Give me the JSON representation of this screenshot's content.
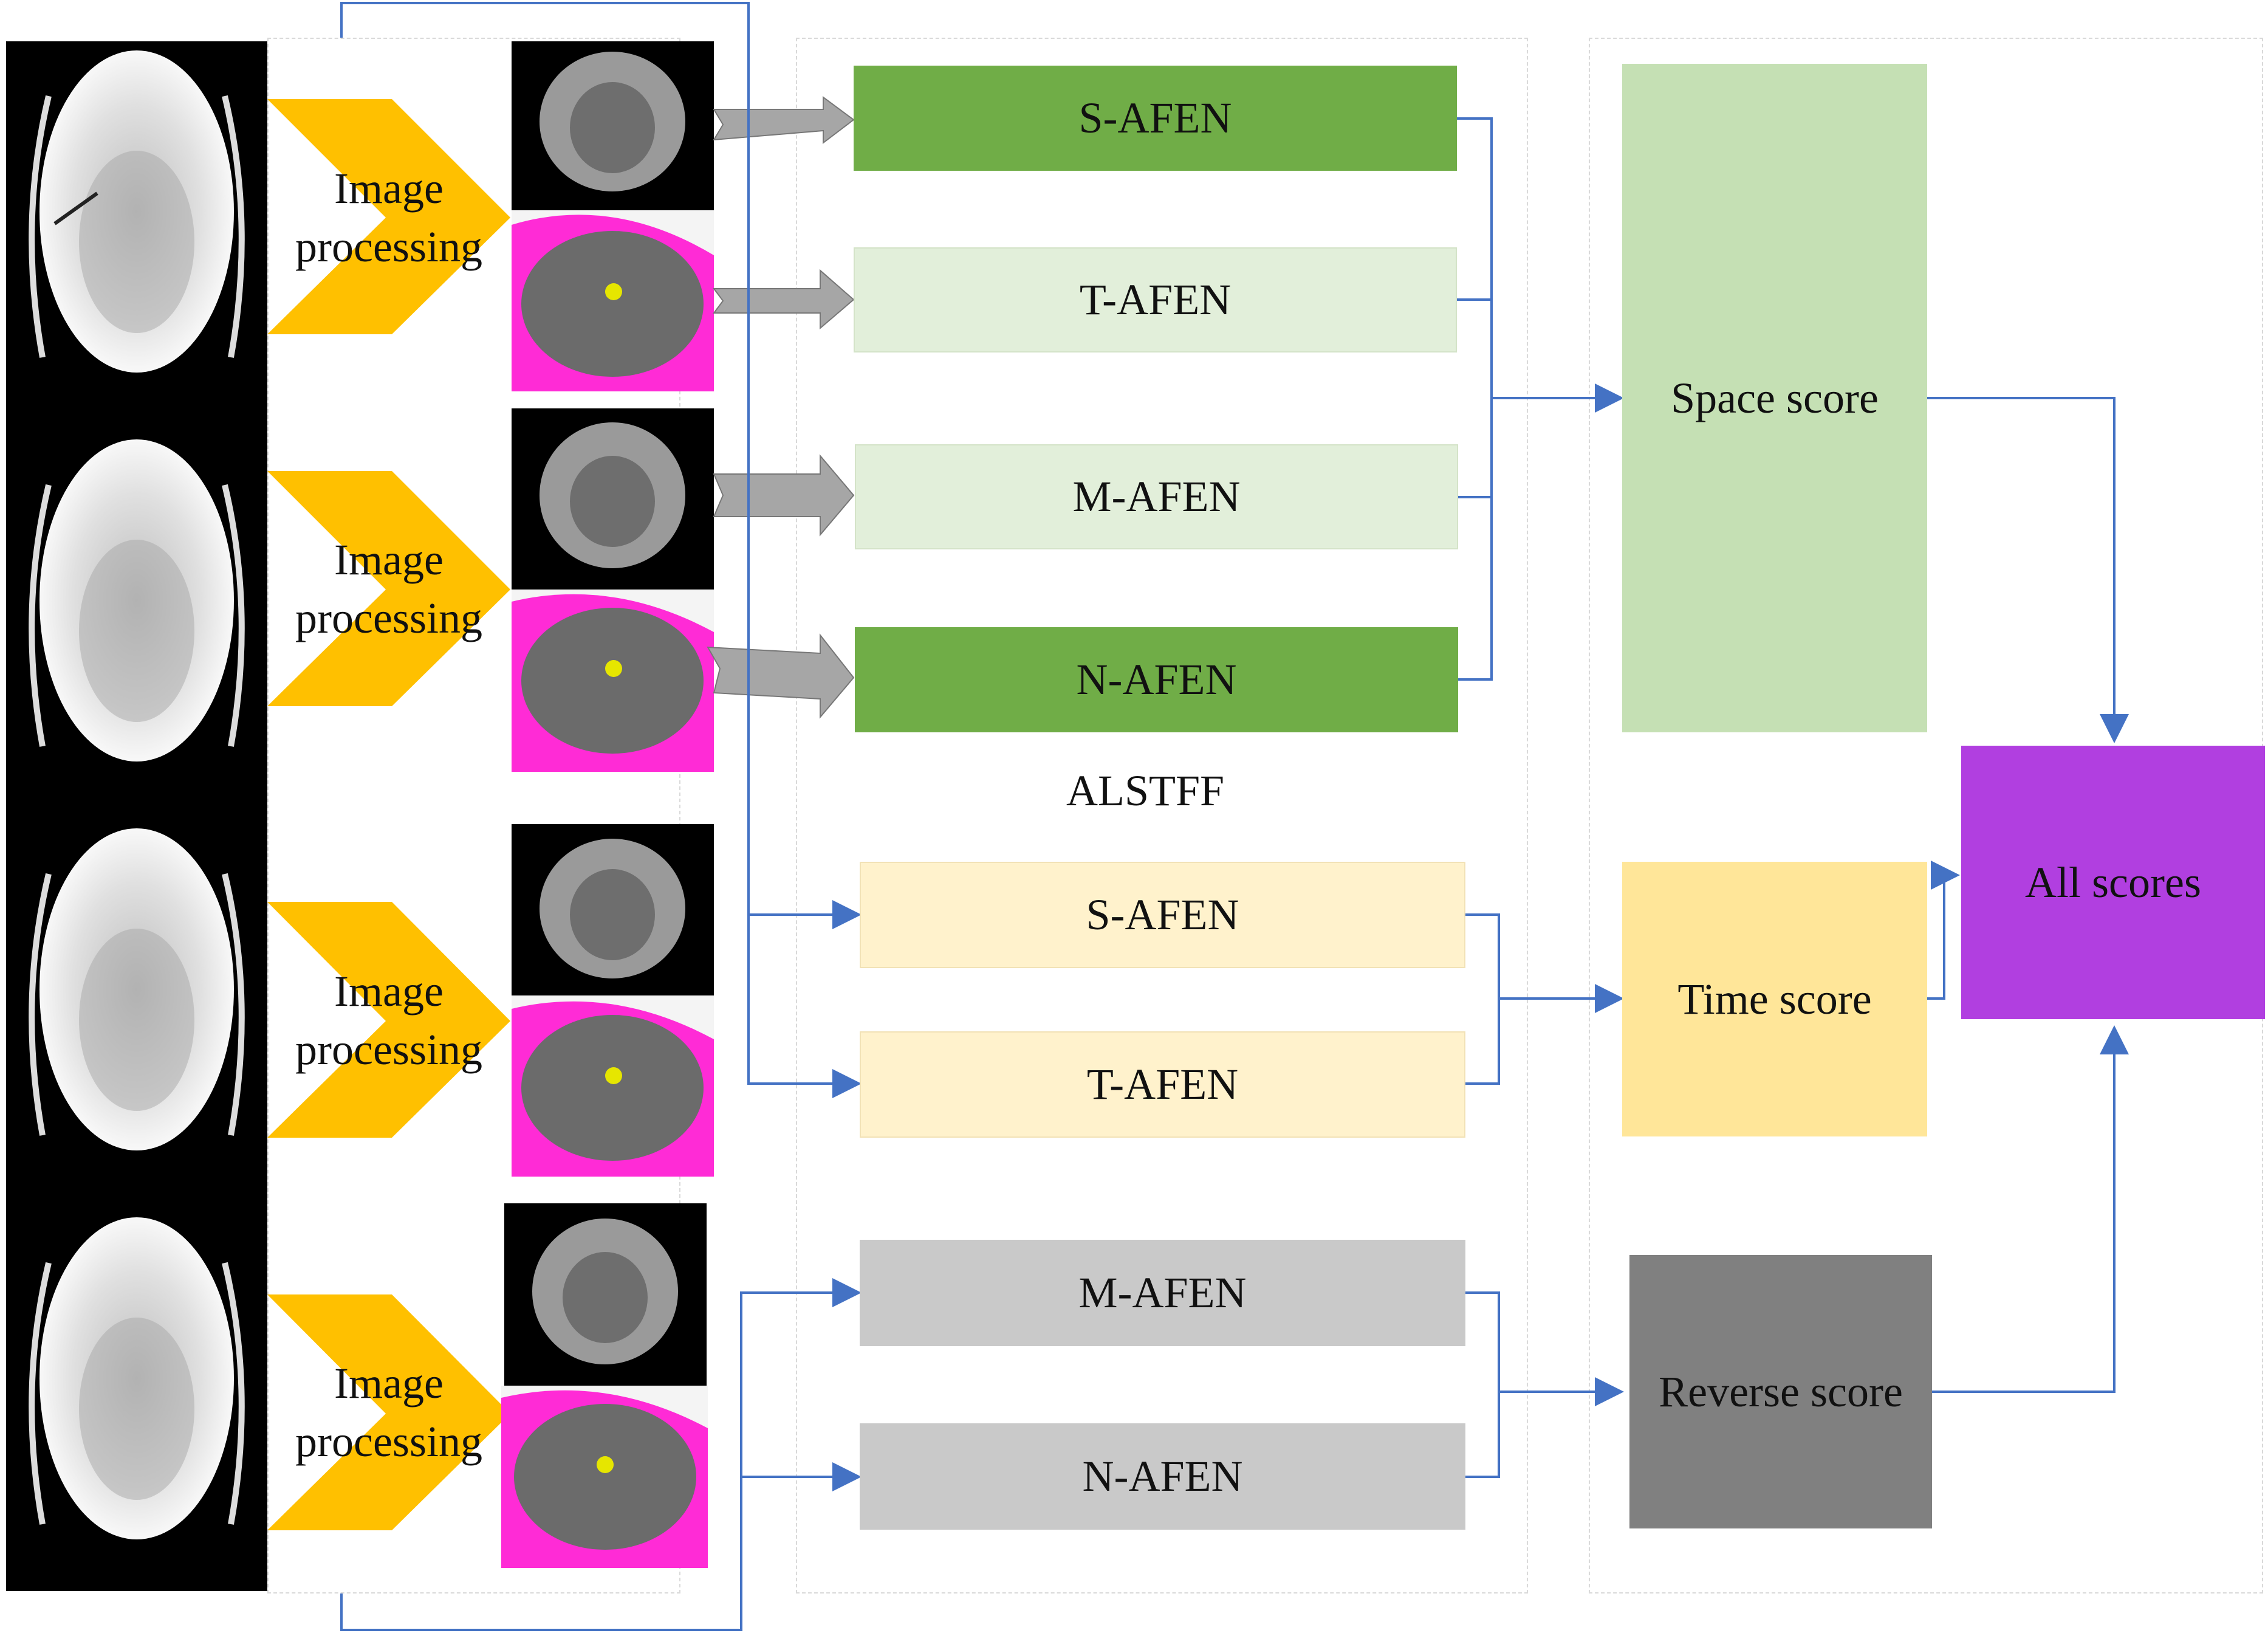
{
  "colors": {
    "chevron": "#FFC000",
    "blue_line": "#4472C4",
    "afen_dark_green": "#70AD47",
    "afen_light_green": "#E2EFDA",
    "afen_light_yellow": "#FFF2CC",
    "afen_gray": "#C9C9C9",
    "space_score": "#C5E0B4",
    "time_score": "#FFE699",
    "reverse_score": "#808080",
    "all_scores": "#B13FE0",
    "arrow_gray": "#A6A6A6"
  },
  "inputs": {
    "chevrons": [
      {
        "label": "Image\nprocessing"
      },
      {
        "label": "Image\nprocessing"
      },
      {
        "label": "Image\nprocessing"
      },
      {
        "label": "Image\nprocessing"
      }
    ]
  },
  "space_group": {
    "s_afen": "S-AFEN",
    "t_afen": "T-AFEN",
    "m_afen": "M-AFEN",
    "n_afen": "N-AFEN"
  },
  "middle_caption": "ALSTFF",
  "time_group": {
    "s_afen": "S-AFEN",
    "t_afen": "T-AFEN"
  },
  "reverse_group": {
    "m_afen": "M-AFEN",
    "n_afen": "N-AFEN"
  },
  "scores": {
    "space": "Space score",
    "time": "Time score",
    "reverse": "Reverse score",
    "all": "All scores"
  }
}
